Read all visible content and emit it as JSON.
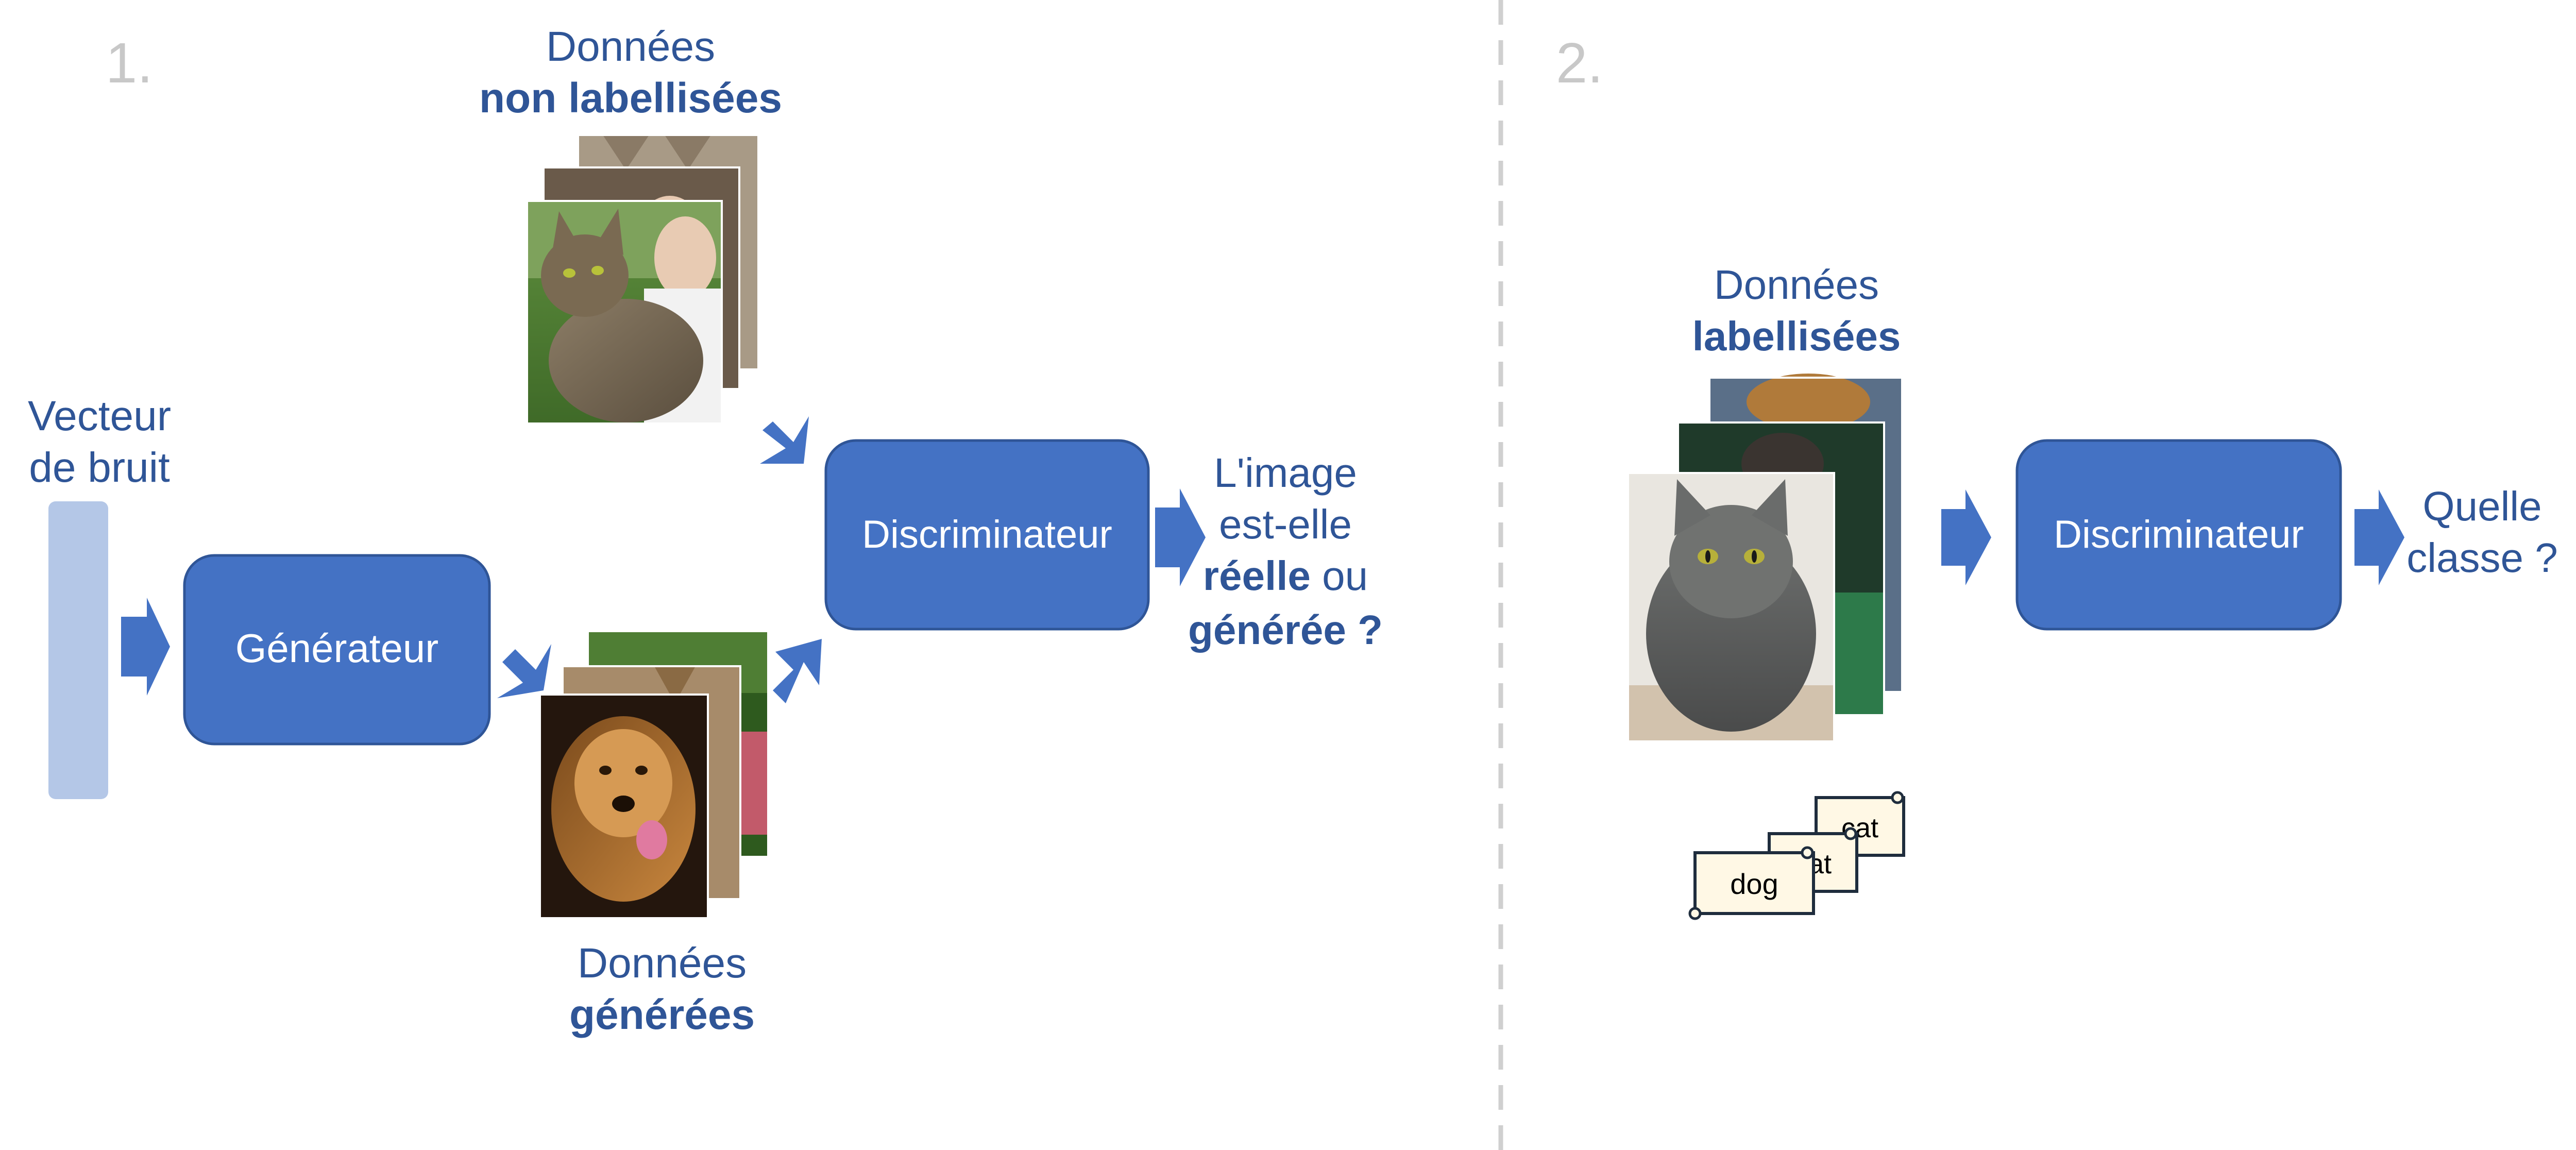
{
  "colors": {
    "blue": "#4472C4",
    "blue_dark": "#2F5597",
    "text_blue": "#2F5597",
    "noise": "#B4C7E7",
    "step_gray": "#C8C8C8",
    "divider": "#D0D0D0",
    "scroll_fill": "#FFF8E5",
    "scroll_stroke": "#1F2D3D"
  },
  "panel1": {
    "step": "1.",
    "noise_label": [
      "Vecteur",
      "de bruit"
    ],
    "generator": "Générateur",
    "discriminator": "Discriminateur",
    "unlabeled": {
      "line1": "Données",
      "line2": "non labellisées"
    },
    "generated": {
      "line1": "Données",
      "line2": "générées"
    },
    "question": {
      "line1": "L'image",
      "line2": "est-elle",
      "line3_bold": "réelle",
      "line3_rest": " ou",
      "line4": "générée ?"
    },
    "images": {
      "unlabeled": [
        "cat-photo",
        "cat-with-person-photo",
        "dog-ears-photo"
      ],
      "generated": [
        "golden-retriever-photo",
        "dog-photo",
        "fox-photo"
      ]
    }
  },
  "panel2": {
    "step": "2.",
    "labeled": {
      "line1": "Données",
      "line2": "labellisées"
    },
    "discriminator": "Discriminateur",
    "question": [
      "Quelle",
      "classe ?"
    ],
    "labels": [
      "dog",
      "cat",
      "cat"
    ],
    "images": [
      "gray-cat-photo",
      "cat-photo",
      "dog-photo"
    ]
  },
  "icons": [
    "arrow-right-icon",
    "arrow-diagonal-down-icon",
    "arrow-diagonal-up-icon",
    "scroll-label-icon"
  ]
}
